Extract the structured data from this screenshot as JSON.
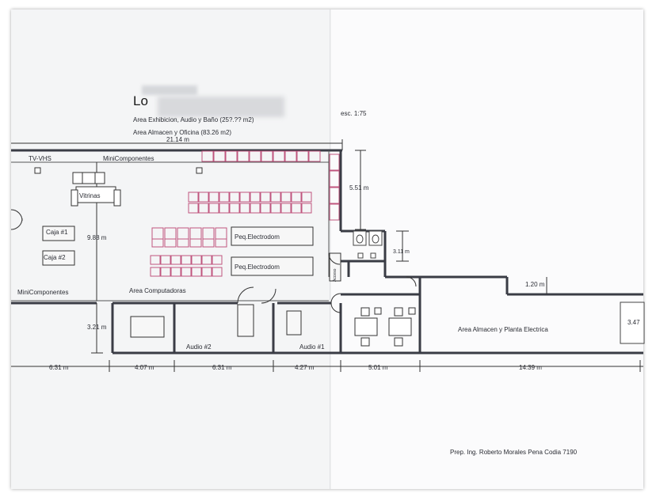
{
  "header": {
    "title": "Lo",
    "line1": "Area Exhibicion, Audio y Baño (25?.?? m2)",
    "line2": "Area Almacen y Oficina (83.26 m2)",
    "scale": "esc. 1:75"
  },
  "dimensions": {
    "top_width": "21.14 m",
    "right_height": "5.51 m",
    "wc_height": "3.11 m",
    "main_height": "9.88 m",
    "almacen_step": "1.20 m",
    "lower_height": "3.21 m",
    "right_end": "3.47",
    "b1": "6.31 m",
    "b2": "4.07 m",
    "b3": "6.31 m",
    "b4": "4.27 m",
    "b5": "5.01 m",
    "b6": "14.39 m"
  },
  "rooms": {
    "tv_vhs": "TV-VHS",
    "minicomp_top": "MiniComponentes",
    "vitrinas": "Vitrinas",
    "caja1": "Caja #1",
    "caja2": "Caja #2",
    "peq1": "Peq.Electrodom",
    "peq2": "Peq.Electrodom",
    "minicomp_left": "MiniComponentes",
    "computadoras": "Area Computadoras",
    "audio2": "Audio #2",
    "audio1": "Audio #1",
    "almacen": "Area Almacen y Planta Electrica",
    "acceso": "Acceso"
  },
  "footer": {
    "author": "Prep. Ing. Roberto Morales Pena   Codia 7190"
  }
}
